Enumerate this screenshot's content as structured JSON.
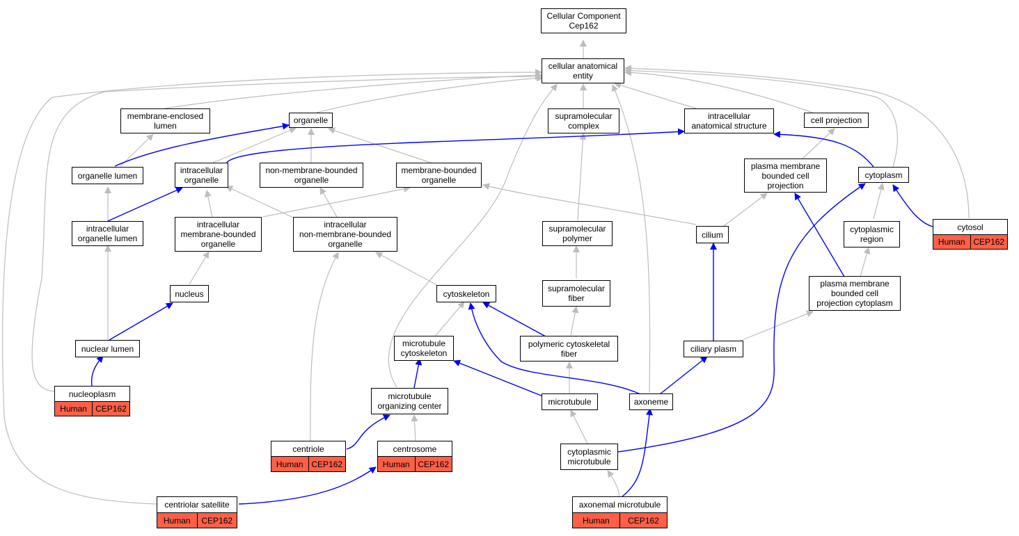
{
  "colors": {
    "gray_edge": "#bdbdbd",
    "blue_edge": "#0000ff",
    "annotation_fill": "#ff5f47"
  },
  "nodes": {
    "root": "Cellular Component\nCep162",
    "cae": "cellular anatomical\nentity",
    "mel": "membrane-enclosed\nlumen",
    "org": "organelle",
    "smc": "supramolecular\ncomplex",
    "ias": "intracellular\nanatomical structure",
    "cp": "cell projection",
    "orgl": "organelle lumen",
    "io": "intracellular\norganelle",
    "nmbo": "non-membrane-bounded\norganelle",
    "mbo": "membrane-bounded\norganelle",
    "pmbcp": "plasma membrane\nbounded cell\nprojection",
    "cyto": "cytoplasm",
    "iol": "intracellular\norganelle lumen",
    "imbo": "intracellular\nmembrane-bounded\norganelle",
    "inmbo": "intracellular\nnon-membrane-bounded\norganelle",
    "smp": "supramolecular\npolymer",
    "cil": "cilium",
    "cr": "cytoplasmic\nregion",
    "cytosol": "cytosol",
    "nuc": "nucleus",
    "csk": "cytoskeleton",
    "smf": "supramolecular\nfiber",
    "pmbcpc": "plasma membrane\nbounded cell\nprojection cytoplasm",
    "nl": "nuclear lumen",
    "mtc": "microtubule\ncytoskeleton",
    "pcf": "polymeric cytoskeletal\nfiber",
    "ciliary": "ciliary plasm",
    "np": "nucleoplasm",
    "mtoc": "microtubule\norganizing center",
    "mt": "microtubule",
    "axo": "axoneme",
    "cen": "centriole",
    "csome": "centrosome",
    "cmt": "cytoplasmic\nmicrotubule",
    "cs": "centriolar satellite",
    "amt": "axonemal microtubule"
  },
  "annotations": {
    "cytosol": {
      "species": "Human",
      "gene": "CEP162"
    },
    "np": {
      "species": "Human",
      "gene": "CEP162"
    },
    "cen": {
      "species": "Human",
      "gene": "CEP162"
    },
    "csome": {
      "species": "Human",
      "gene": "CEP162"
    },
    "cs": {
      "species": "Human",
      "gene": "CEP162"
    },
    "amt": {
      "species": "Human",
      "gene": "CEP162"
    }
  }
}
